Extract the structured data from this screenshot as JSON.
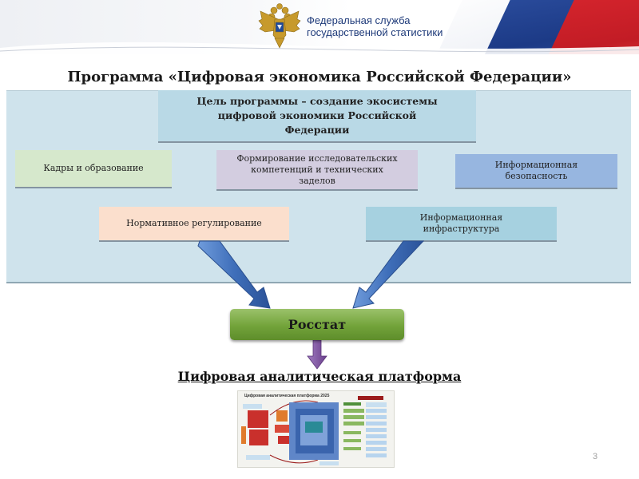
{
  "header": {
    "agency_line1": "Федеральная служба",
    "agency_line2": "государственной статистики"
  },
  "title": "Программа «Цифровая экономика Российской Федерации»",
  "goal": {
    "line1": "Цель программы – создание экосистемы",
    "line2": "цифровой экономики Российской",
    "line3": "Федерации"
  },
  "directions": {
    "kadry": "Кадры и образование",
    "research_line1": "Формирование исследовательских",
    "research_line2": "компетенций и технических",
    "research_line3": "заделов",
    "security_line1": "Информационная",
    "security_line2": "безопасность",
    "norm": "Нормативное регулирование",
    "infra_line1": "Информационная",
    "infra_line2": "инфраструктура"
  },
  "rosstat": "Росстат",
  "platform_title": "Цифровая аналитическая платформа",
  "thumbnail": {
    "title": "Цифровая аналитическая платформа 2025"
  },
  "page_number": "3",
  "colors": {
    "panel": "#cfe3ec",
    "goal": "#b9d9e6",
    "kadry": "#d6e8cc",
    "research": "#d3cde0",
    "security": "#97b6e0",
    "norm": "#fbdfcd",
    "infra": "#a6d1e0",
    "rosstat": "#72a33a",
    "arrow_blue": "#3f6fba",
    "arrow_purple": "#7b4e9c"
  }
}
